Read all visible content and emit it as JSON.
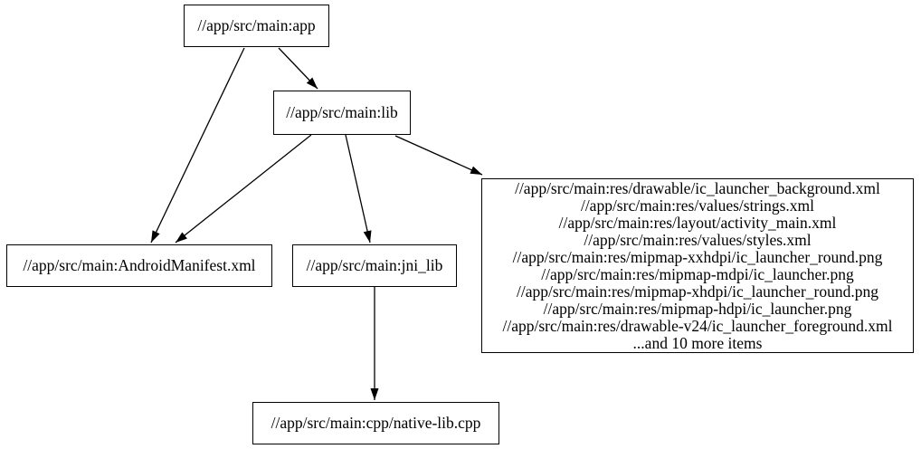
{
  "colors": {
    "background": "#ffffff",
    "node_fill": "#ffffff",
    "node_border": "#000000",
    "edge": "#000000",
    "text": "#000000"
  },
  "graph": {
    "nodes": {
      "app": {
        "label": "//app/src/main:app"
      },
      "lib": {
        "label": "//app/src/main:lib"
      },
      "manifest": {
        "label": "//app/src/main:AndroidManifest.xml"
      },
      "jni_lib": {
        "label": "//app/src/main:jni_lib"
      },
      "res_group": {
        "lines": [
          "//app/src/main:res/drawable/ic_launcher_background.xml",
          "//app/src/main:res/values/strings.xml",
          "//app/src/main:res/layout/activity_main.xml",
          "//app/src/main:res/values/styles.xml",
          "//app/src/main:res/mipmap-xxhdpi/ic_launcher_round.png",
          "//app/src/main:res/mipmap-mdpi/ic_launcher.png",
          "//app/src/main:res/mipmap-xhdpi/ic_launcher_round.png",
          "//app/src/main:res/mipmap-hdpi/ic_launcher.png",
          "//app/src/main:res/drawable-v24/ic_launcher_foreground.xml",
          "...and 10 more items"
        ]
      },
      "native_cpp": {
        "label": "//app/src/main:cpp/native-lib.cpp"
      }
    },
    "edges": [
      {
        "from": "app",
        "to": "lib"
      },
      {
        "from": "app",
        "to": "manifest"
      },
      {
        "from": "lib",
        "to": "manifest"
      },
      {
        "from": "lib",
        "to": "jni_lib"
      },
      {
        "from": "lib",
        "to": "res_group"
      },
      {
        "from": "jni_lib",
        "to": "native_cpp"
      }
    ]
  }
}
